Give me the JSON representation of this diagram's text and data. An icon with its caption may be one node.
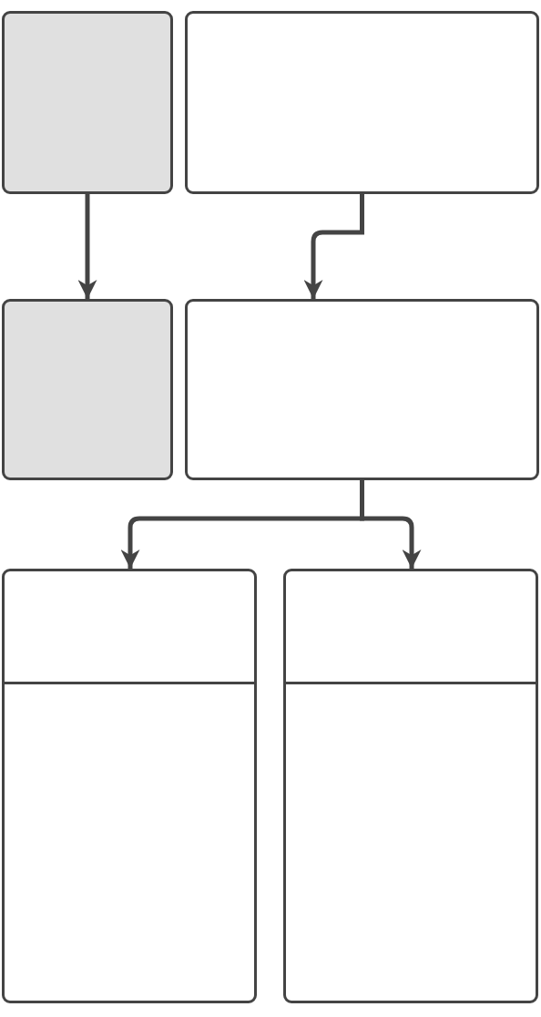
{
  "diagram": {
    "nodes": [
      {
        "text": [],
        "shape": "box"
      },
      {
        "text": [],
        "shape": "box"
      },
      {
        "text": [],
        "shape": "box"
      },
      {
        "text": [],
        "shape": "box"
      },
      {
        "text": [],
        "shape": "box"
      },
      {
        "text": [],
        "shape": "box"
      }
    ],
    "edges": [
      {
        "from": 0,
        "to": 2,
        "arrow": "to"
      },
      {
        "from": 1,
        "to": 3,
        "arrow": "to"
      },
      {
        "from": 3,
        "to": 4,
        "arrow": "to"
      },
      {
        "from": 3,
        "to": 5,
        "arrow": "to"
      }
    ]
  }
}
